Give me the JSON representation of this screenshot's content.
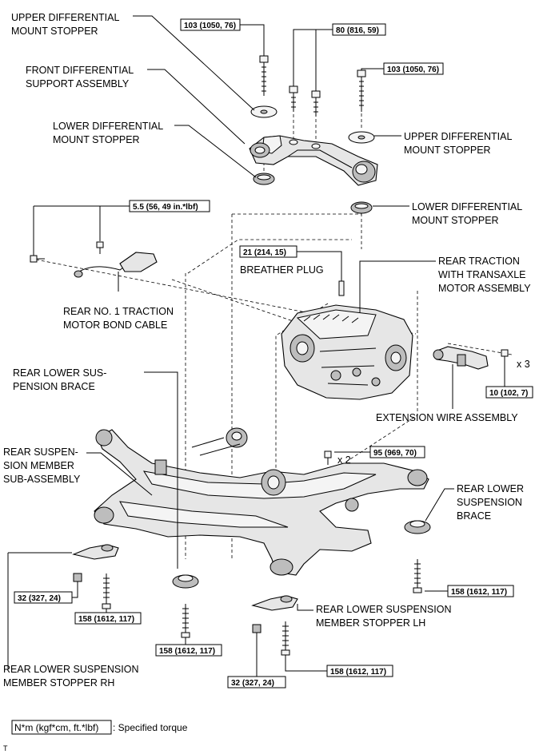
{
  "labels": {
    "upper_stopper_left": [
      "UPPER DIFFERENTIAL",
      "MOUNT STOPPER"
    ],
    "front_support": [
      "FRONT DIFFERENTIAL",
      "SUPPORT ASSEMBLY"
    ],
    "lower_stopper_left": [
      "LOWER DIFFERENTIAL",
      "MOUNT STOPPER"
    ],
    "upper_stopper_right": [
      "UPPER DIFFERENTIAL",
      "MOUNT STOPPER"
    ],
    "lower_stopper_right": [
      "LOWER DIFFERENTIAL",
      "MOUNT STOPPER"
    ],
    "breather_plug": "BREATHER PLUG",
    "traction_motor": [
      "REAR TRACTION",
      "WITH TRANSAXLE",
      "MOTOR ASSEMBLY"
    ],
    "bond_cable": [
      "REAR NO. 1 TRACTION",
      "MOTOR BOND CABLE"
    ],
    "lower_brace_left": [
      "REAR LOWER SUS-",
      "PENSION BRACE"
    ],
    "extension_wire": "EXTENSION WIRE ASSEMBLY",
    "suspension_member": [
      "REAR SUSPEN-",
      "SION MEMBER",
      "SUB-ASSEMBLY"
    ],
    "lower_brace_right": [
      "REAR LOWER",
      "SUSPENSION",
      "BRACE"
    ],
    "stopper_lh": [
      "REAR LOWER SUSPENSION",
      "MEMBER STOPPER LH"
    ],
    "stopper_rh": [
      "REAR LOWER SUSPENSION",
      "MEMBER STOPPER RH"
    ]
  },
  "torques": {
    "t103_left": "103 (1050, 76)",
    "t80": "80 (816, 59)",
    "t103_right": "103 (1050, 76)",
    "t5_5": "5.5 (56, 49 in.*lbf)",
    "t21": "21 (214, 15)",
    "t10": "10 (102, 7)",
    "t95": "95 (969, 70)",
    "t32_left": "32 (327, 24)",
    "t158_rh": "158 (1612, 117)",
    "t158_center": "158 (1612, 117)",
    "t158_right": "158 (1612, 117)",
    "t158_lh": "158 (1612, 117)",
    "t32_lh": "32 (327, 24)"
  },
  "quantities": {
    "x3": "x 3",
    "x2": "x 2"
  },
  "legend": {
    "unit": "N*m (kgf*cm, ft.*lbf)",
    "text": ": Specified torque"
  },
  "corner_mark": "T"
}
